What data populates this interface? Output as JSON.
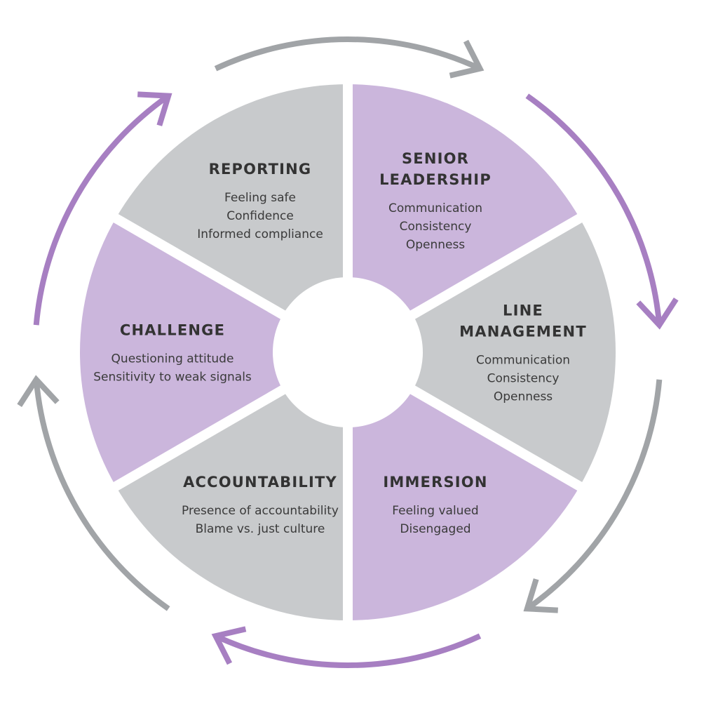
{
  "colors": {
    "purple": "#cbb6dc",
    "grey": "#c8cacc",
    "arrow_purple": "#a77fc2",
    "arrow_grey": "#a1a4a7",
    "title_text": "#333333",
    "item_text": "#3a3a3a",
    "background": "#ffffff"
  },
  "segments": [
    {
      "id": "senior-leadership",
      "title_lines": [
        "SENIOR",
        "LEADERSHIP"
      ],
      "items": [
        "Communication",
        "Consistency",
        "Openness"
      ],
      "color": "purple"
    },
    {
      "id": "line-management",
      "title_lines": [
        "LINE",
        "MANAGEMENT"
      ],
      "items": [
        "Communication",
        "Consistency",
        "Openness"
      ],
      "color": "grey"
    },
    {
      "id": "immersion",
      "title_lines": [
        "IMMERSION"
      ],
      "items": [
        "Feeling valued",
        "Disengaged"
      ],
      "color": "purple"
    },
    {
      "id": "accountability",
      "title_lines": [
        "ACCOUNTABILITY"
      ],
      "items": [
        "Presence of accountability",
        "Blame vs. just culture"
      ],
      "color": "grey"
    },
    {
      "id": "challenge",
      "title_lines": [
        "CHALLENGE"
      ],
      "items": [
        "Questioning attitude",
        "Sensitivity to weak signals"
      ],
      "color": "purple"
    },
    {
      "id": "reporting",
      "title_lines": [
        "REPORTING"
      ],
      "items": [
        "Feeling safe",
        "Confidence",
        "Informed compliance"
      ],
      "color": "grey"
    }
  ],
  "outer_arrows": [
    {
      "id": "arrow-top-left",
      "color": "arrow_grey"
    },
    {
      "id": "arrow-top-right",
      "color": "arrow_purple"
    },
    {
      "id": "arrow-right",
      "color": "arrow_grey"
    },
    {
      "id": "arrow-bottom-right",
      "color": "arrow_purple"
    },
    {
      "id": "arrow-bottom-left",
      "color": "arrow_grey"
    },
    {
      "id": "arrow-left",
      "color": "arrow_purple"
    }
  ]
}
